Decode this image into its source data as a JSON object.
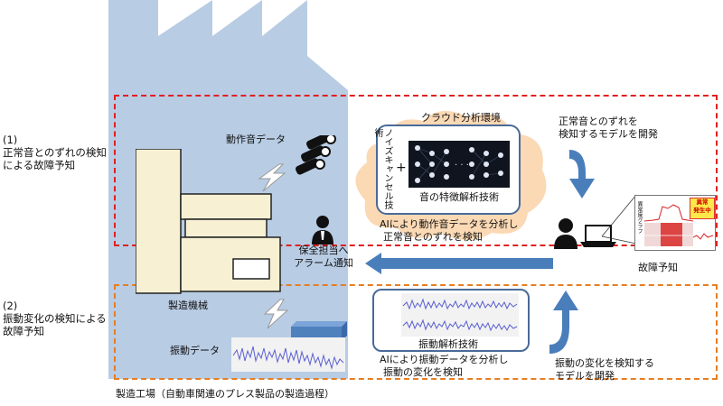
{
  "section1": {
    "number": "(1)",
    "line1": "正常音とのずれの検知",
    "line2": "による故障予知"
  },
  "section2": {
    "number": "(2)",
    "line1": "振動変化の検知による",
    "line2": "故障予知"
  },
  "factory": {
    "machine_label": "製造機械",
    "caption": "製造工場（自動車関連のプレス製品の製造過程）"
  },
  "sound": {
    "label": "動作音データ"
  },
  "vibration": {
    "label": "振動データ"
  },
  "cloud": {
    "title": "クラウド分析環境",
    "noise_tech": "ノイズキャンセル技術",
    "feature_tech": "音の特徴解析技術"
  },
  "ai_sound": {
    "line1": "AIにより動作音データを分析し",
    "line2": "正常音とのずれを検知"
  },
  "ai_vibration": {
    "tech": "振動解析技術",
    "line1": "AIにより振動データを分析し",
    "line2": "振動の変化を検知"
  },
  "alarm": {
    "line1": "保全担当へ",
    "line2": "アラーム通知"
  },
  "model_sound": {
    "line1": "正常音とのずれを",
    "line2": "検知するモデルを開発"
  },
  "model_vibration": {
    "line1": "振動の変化を検知する",
    "line2": "モデルを開発"
  },
  "predict": {
    "label": "故障予知",
    "screen_axis": "異常度グラフ",
    "badge_line1": "異常",
    "badge_line2": "発生中"
  },
  "colors": {
    "factory_fill": "#b8cce4",
    "red_dash": "#e0201f",
    "orange_dash": "#e67e22",
    "arrow_blue": "#4a7ebb",
    "cloud_fill": "#fbd9b5"
  }
}
